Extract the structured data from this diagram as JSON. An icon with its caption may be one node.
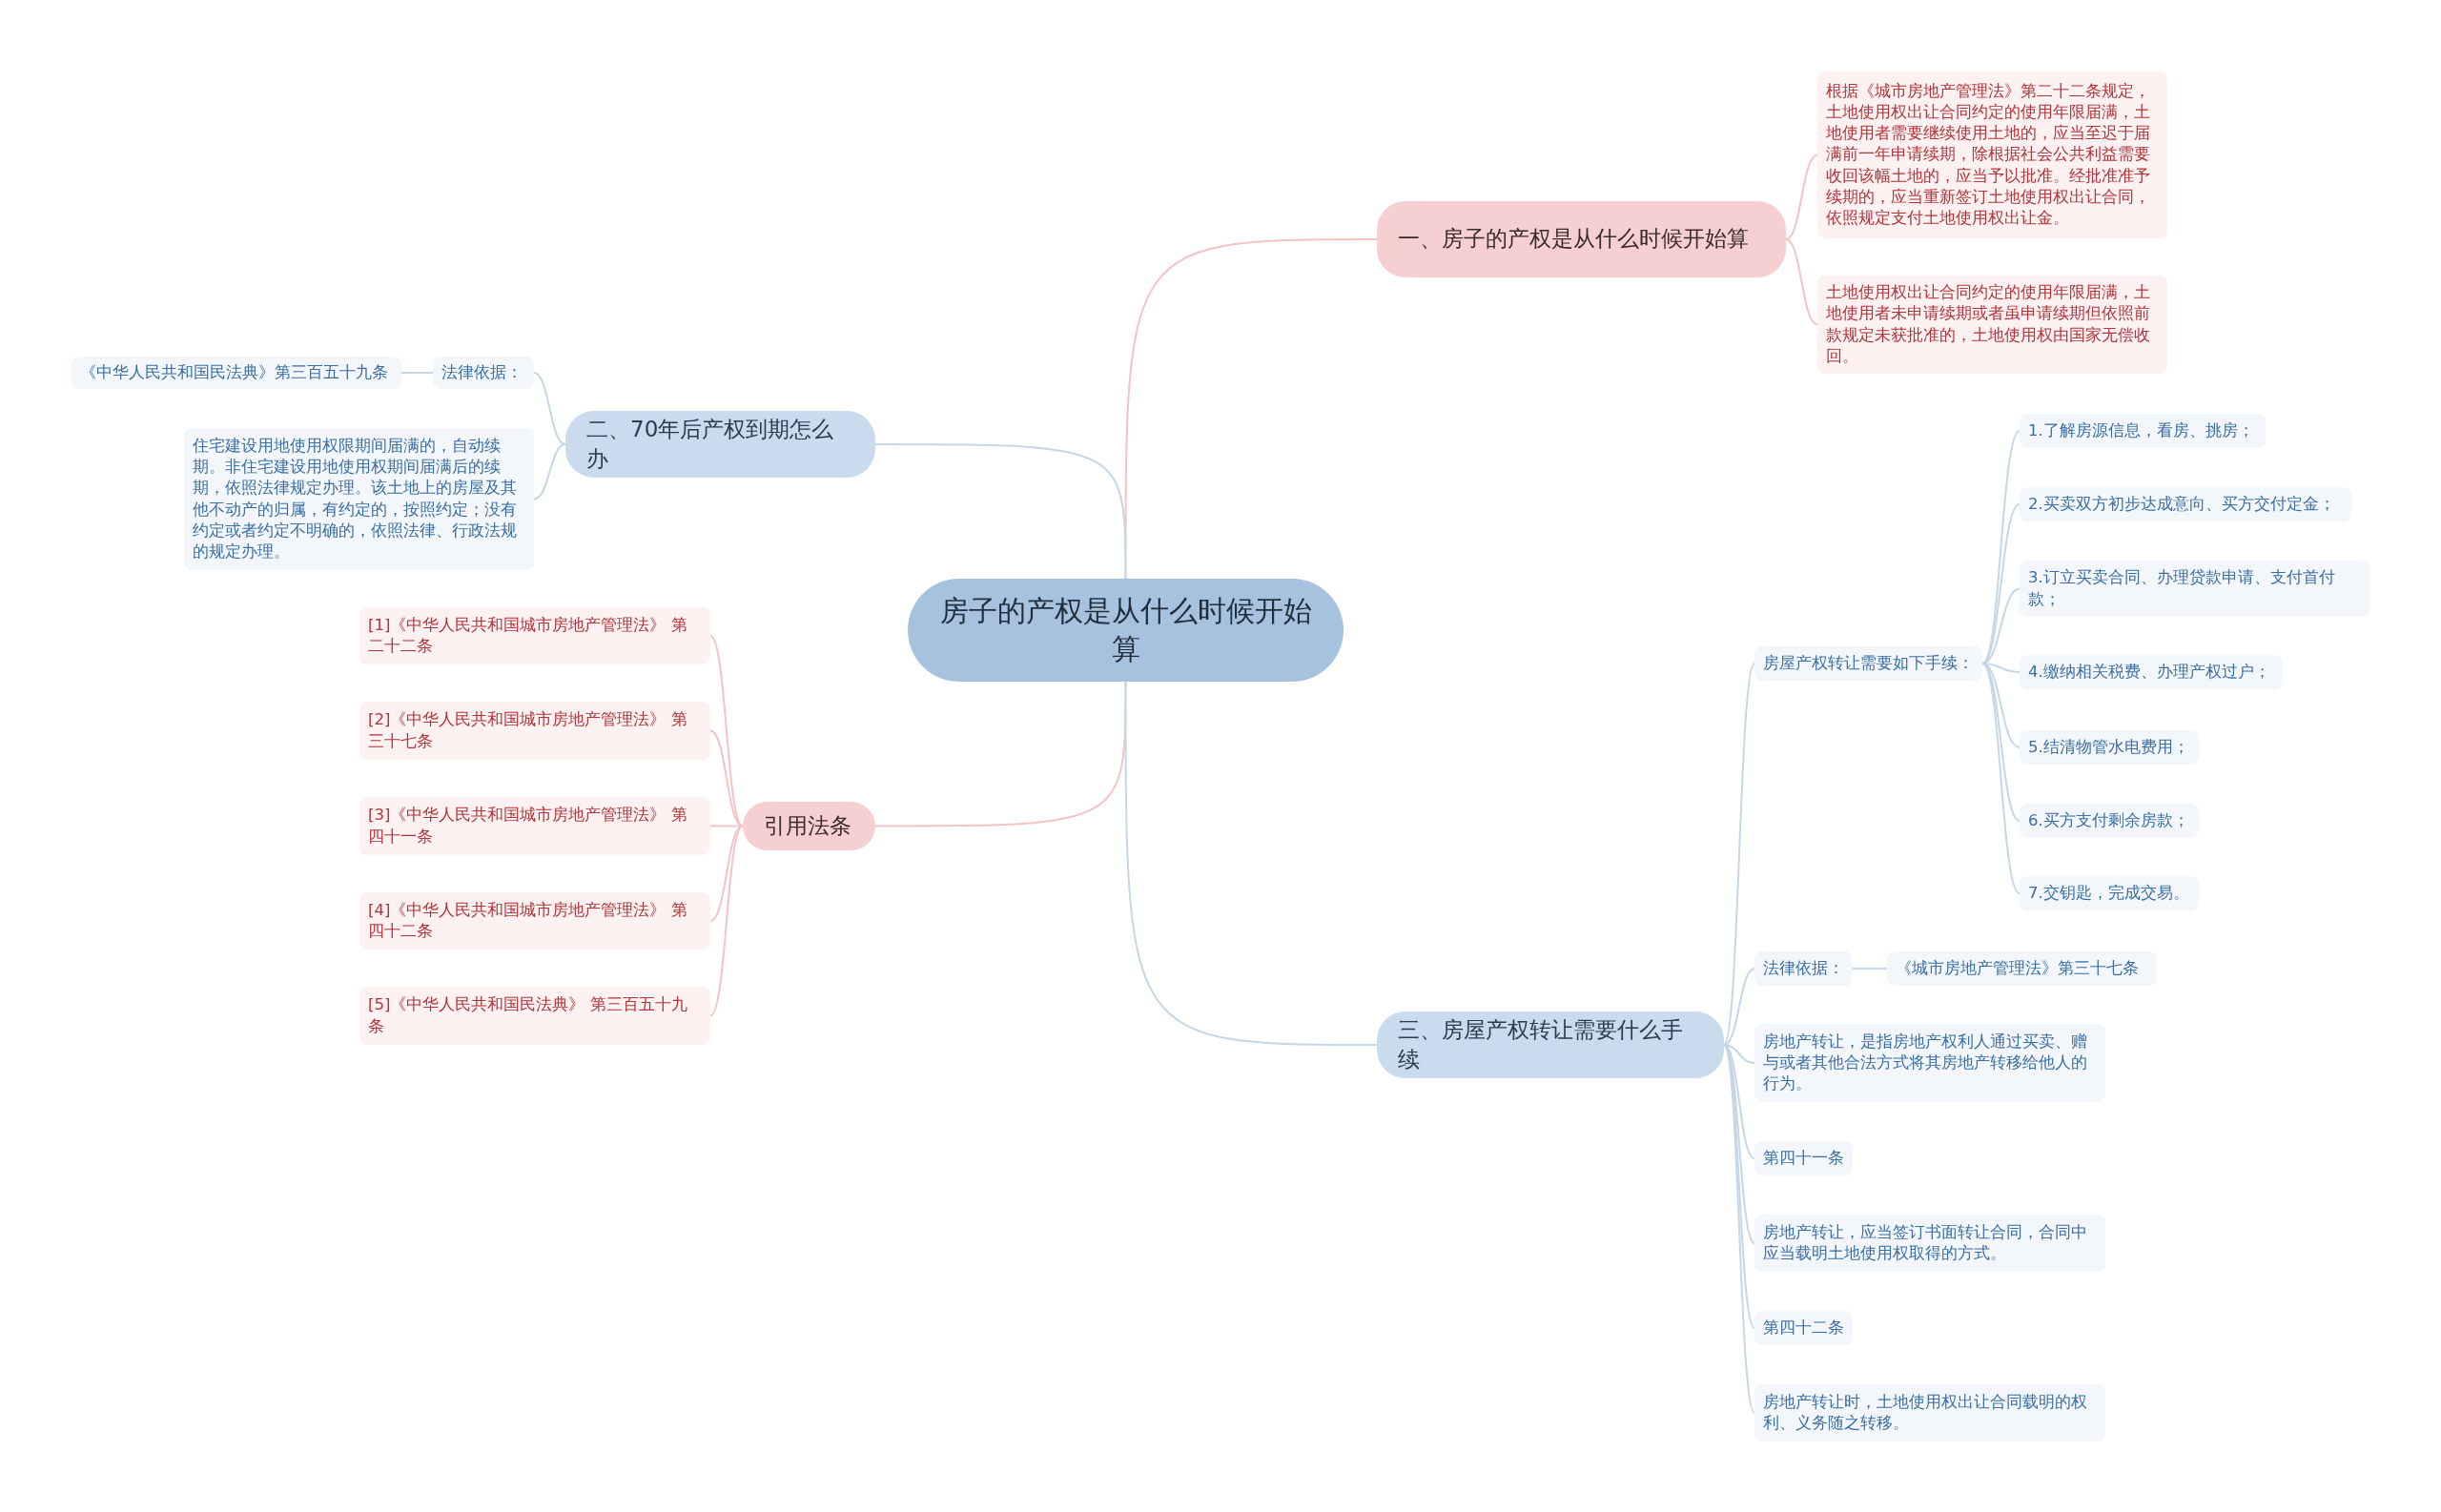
{
  "diagram": {
    "nodes": [
      {
        "text": [
          "房子的产权是从什么时候开始算"
        ]
      },
      {
        "text": [
          "一、房子的产权是从什么时候开始算"
        ]
      },
      {
        "text": [
          "根据《城市房地产管理法》第二十二条规定，土地使用权出让合同约定的使用年限届满，土地使用者需要继续使用土地的，应当至迟于届满前一年申请续期，除根据社会公共利益需要收回该幅土地的，应当予以批准。经批准准予续期的，应当重新签订土地使用权出让合同，依照规定支付土地使用权出让金。"
        ]
      },
      {
        "text": [
          "土地使用权出让合同约定的使用年限届满，土地使用者未申请续期或者虽申请续期但依照前款规定未获批准的，土地使用权由国家无偿收回。"
        ]
      },
      {
        "text": [
          "二、70年后产权到期怎么办"
        ]
      },
      {
        "text": [
          "法律依据："
        ]
      },
      {
        "text": [
          "《中华人民共和国民法典》第三百五十九条"
        ]
      },
      {
        "text": [
          "住宅建设用地使用权限期间届满的，自动续期。非住宅建设用地使用权期间届满后的续期，依照法律规定办理。该土地上的房屋及其他不动产的归属，有约定的，按照约定；没有约定或者约定不明确的，依照法律、行政法规的规定办理。"
        ]
      },
      {
        "text": [
          "引用法条"
        ]
      },
      {
        "text": [
          "[1]《中华人民共和国城市房地产管理法》 第二十二条"
        ]
      },
      {
        "text": [
          "[2]《中华人民共和国城市房地产管理法》 第三十七条"
        ]
      },
      {
        "text": [
          "[3]《中华人民共和国城市房地产管理法》 第四十一条"
        ]
      },
      {
        "text": [
          "[4]《中华人民共和国城市房地产管理法》 第四十二条"
        ]
      },
      {
        "text": [
          "[5]《中华人民共和国民法典》 第三百五十九条"
        ]
      },
      {
        "text": [
          "三、房屋产权转让需要什么手续"
        ]
      },
      {
        "text": [
          "房屋产权转让需要如下手续："
        ]
      },
      {
        "text": [
          "1.了解房源信息，看房、挑房；"
        ]
      },
      {
        "text": [
          "2.买卖双方初步达成意向、买方交付定金；"
        ]
      },
      {
        "text": [
          "3.订立买卖合同、办理贷款申请、支付首付款；"
        ]
      },
      {
        "text": [
          "4.缴纳相关税费、办理产权过户；"
        ]
      },
      {
        "text": [
          "5.结清物管水电费用；"
        ]
      },
      {
        "text": [
          "6.买方支付剩余房款；"
        ]
      },
      {
        "text": [
          "7.交钥匙，完成交易。"
        ]
      },
      {
        "text": [
          "法律依据："
        ]
      },
      {
        "text": [
          "《城市房地产管理法》第三十七条"
        ]
      },
      {
        "text": [
          "房地产转让，是指房地产权利人通过买卖、赠与或者其他合法方式将其房地产转移给他人的行为。"
        ]
      },
      {
        "text": [
          "第四十一条"
        ]
      },
      {
        "text": [
          "房地产转让，应当签订书面转让合同，合同中应当载明土地使用权取得的方式。"
        ]
      },
      {
        "text": [
          "第四十二条"
        ]
      },
      {
        "text": [
          "房地产转让时，土地使用权出让合同载明的权利、义务随之转移。"
        ]
      }
    ],
    "edges": [
      {
        "from": 0,
        "to": 1,
        "arrow": "none",
        "color": "#f2c4c6"
      },
      {
        "from": 1,
        "to": 2,
        "arrow": "none",
        "color": "#f2c4c6"
      },
      {
        "from": 1,
        "to": 3,
        "arrow": "none",
        "color": "#f2c4c6"
      },
      {
        "from": 0,
        "to": 4,
        "arrow": "none"
      },
      {
        "from": 4,
        "to": 5,
        "arrow": "none"
      },
      {
        "from": 5,
        "to": 6,
        "arrow": "none"
      },
      {
        "from": 4,
        "to": 7,
        "arrow": "none"
      },
      {
        "from": 0,
        "to": 8,
        "arrow": "none",
        "color": "#f2c4c6"
      },
      {
        "from": 8,
        "to": 9,
        "arrow": "none",
        "color": "#f2c4c6"
      },
      {
        "from": 8,
        "to": 10,
        "arrow": "none",
        "color": "#f2c4c6"
      },
      {
        "from": 8,
        "to": 11,
        "arrow": "none",
        "color": "#f2c4c6"
      },
      {
        "from": 8,
        "to": 12,
        "arrow": "none",
        "color": "#f2c4c6"
      },
      {
        "from": 8,
        "to": 13,
        "arrow": "none",
        "color": "#f2c4c6"
      },
      {
        "from": 0,
        "to": 14,
        "arrow": "none"
      },
      {
        "from": 14,
        "to": 15,
        "arrow": "none"
      },
      {
        "from": 15,
        "to": 16,
        "arrow": "none"
      },
      {
        "from": 15,
        "to": 17,
        "arrow": "none"
      },
      {
        "from": 15,
        "to": 18,
        "arrow": "none"
      },
      {
        "from": 15,
        "to": 19,
        "arrow": "none"
      },
      {
        "from": 15,
        "to": 20,
        "arrow": "none"
      },
      {
        "from": 15,
        "to": 21,
        "arrow": "none"
      },
      {
        "from": 15,
        "to": 22,
        "arrow": "none"
      },
      {
        "from": 14,
        "to": 23,
        "arrow": "none"
      },
      {
        "from": 23,
        "to": 24,
        "arrow": "none"
      },
      {
        "from": 14,
        "to": 25,
        "arrow": "none"
      },
      {
        "from": 14,
        "to": 26,
        "arrow": "none"
      },
      {
        "from": 14,
        "to": 27,
        "arrow": "none"
      },
      {
        "from": 14,
        "to": 28,
        "arrow": "none"
      },
      {
        "from": 14,
        "to": 29,
        "arrow": "none"
      }
    ]
  }
}
